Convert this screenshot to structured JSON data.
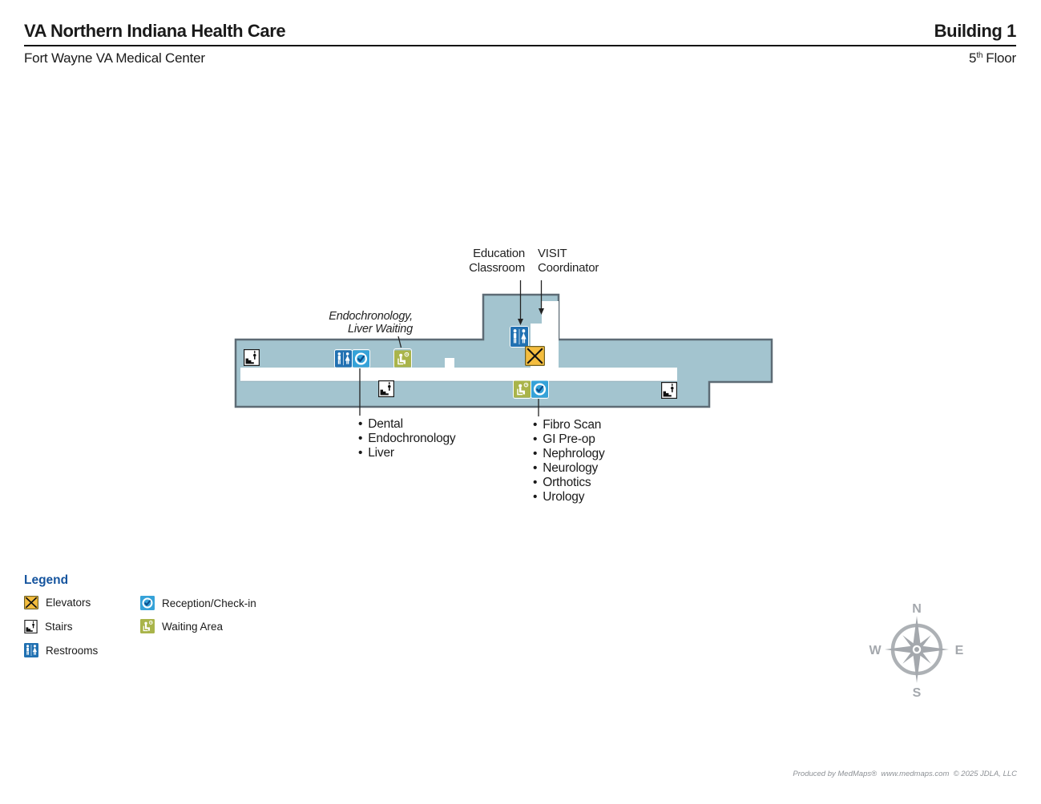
{
  "header": {
    "org": "VA Northern Indiana Health Care",
    "facility": "Fort Wayne VA Medical Center",
    "building": "Building 1",
    "floor_number": "5",
    "floor_ordinal": "th",
    "floor_word": "Floor"
  },
  "map": {
    "labels": {
      "education_line1": "Education",
      "education_line2": "Classroom",
      "visit_line1": "VISIT",
      "visit_line2": "Coordinator",
      "endo_line1": "Endochronology,",
      "endo_line2": "Liver Waiting"
    },
    "departments_west": [
      "Dental",
      "Endochronology",
      "Liver"
    ],
    "departments_east": [
      "Fibro Scan",
      "GI Pre-op",
      "Nephrology",
      "Neurology",
      "Orthotics",
      "Urology"
    ]
  },
  "legend": {
    "heading": "Legend",
    "items": [
      {
        "icon": "elevators-icon",
        "label": "Elevators"
      },
      {
        "icon": "stairs-icon",
        "label": "Stairs"
      },
      {
        "icon": "restrooms-icon",
        "label": "Restrooms"
      },
      {
        "icon": "reception-icon",
        "label": "Reception/Check-in"
      },
      {
        "icon": "waiting-area-icon",
        "label": "Waiting Area"
      }
    ]
  },
  "compass": {
    "north": "N",
    "south": "S",
    "east": "E",
    "west": "W"
  },
  "footer": {
    "credit": "Produced by MedMaps®  www.medmaps.com  © 2025 JDLA, LLC"
  },
  "colors": {
    "floor_fill": "#a3c4cf",
    "floor_outline": "#5d6b75",
    "restrooms_blue": "#2171b2",
    "reception_blue": "#35a2d8",
    "checkmark_navy": "#0d4e8c",
    "waiting_olive": "#a9b44a",
    "elevator_yellow": "#f4bd3e",
    "stairs_black": "#111111",
    "legend_heading_blue": "#15549e",
    "compass_gray": "#a4a8ad"
  }
}
